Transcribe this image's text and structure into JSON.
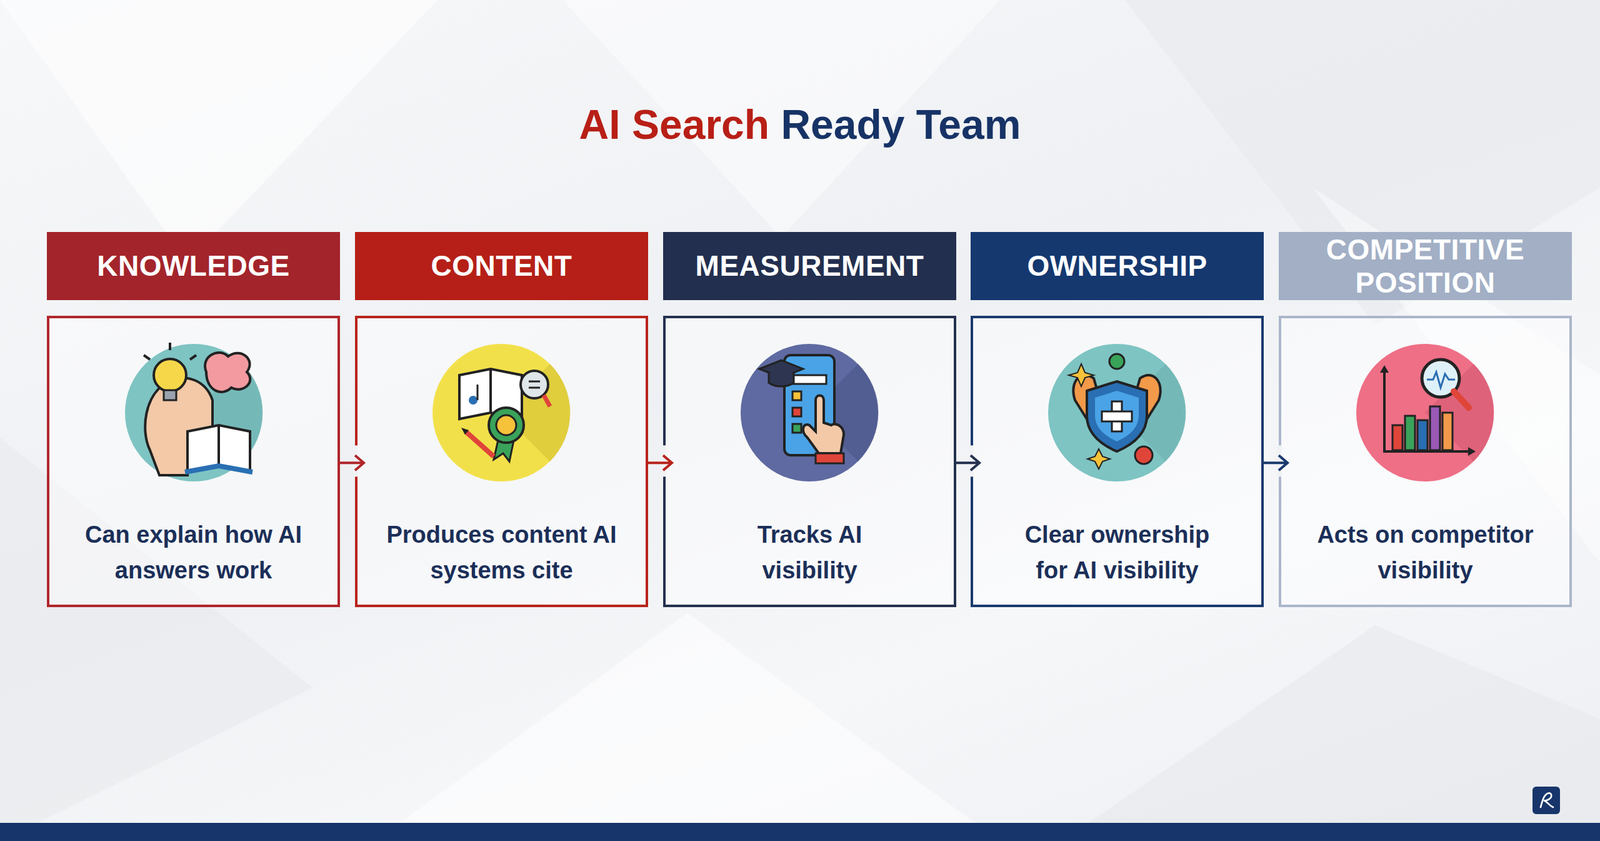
{
  "diagram": {
    "title": "AI Search Ready Team",
    "nodes": [
      {
        "text": [
          "KNOWLEDGE",
          "Can explain how AI answers work"
        ]
      },
      {
        "text": [
          "CONTENT",
          "Produces content AI systems cite"
        ]
      },
      {
        "text": [
          "MEASUREMENT",
          "Tracks AI visibility"
        ]
      },
      {
        "text": [
          "OWNERSHIP",
          "Clear ownership for AI visibility"
        ]
      },
      {
        "text": [
          "COMPETITIVE POSITION",
          "Acts on competitor visibility"
        ]
      }
    ],
    "edges": [
      {
        "from": 0,
        "to": 1,
        "arrow": "to"
      },
      {
        "from": 1,
        "to": 2,
        "arrow": "to"
      },
      {
        "from": 2,
        "to": 3,
        "arrow": "to"
      },
      {
        "from": 3,
        "to": 4,
        "arrow": "to"
      }
    ]
  }
}
